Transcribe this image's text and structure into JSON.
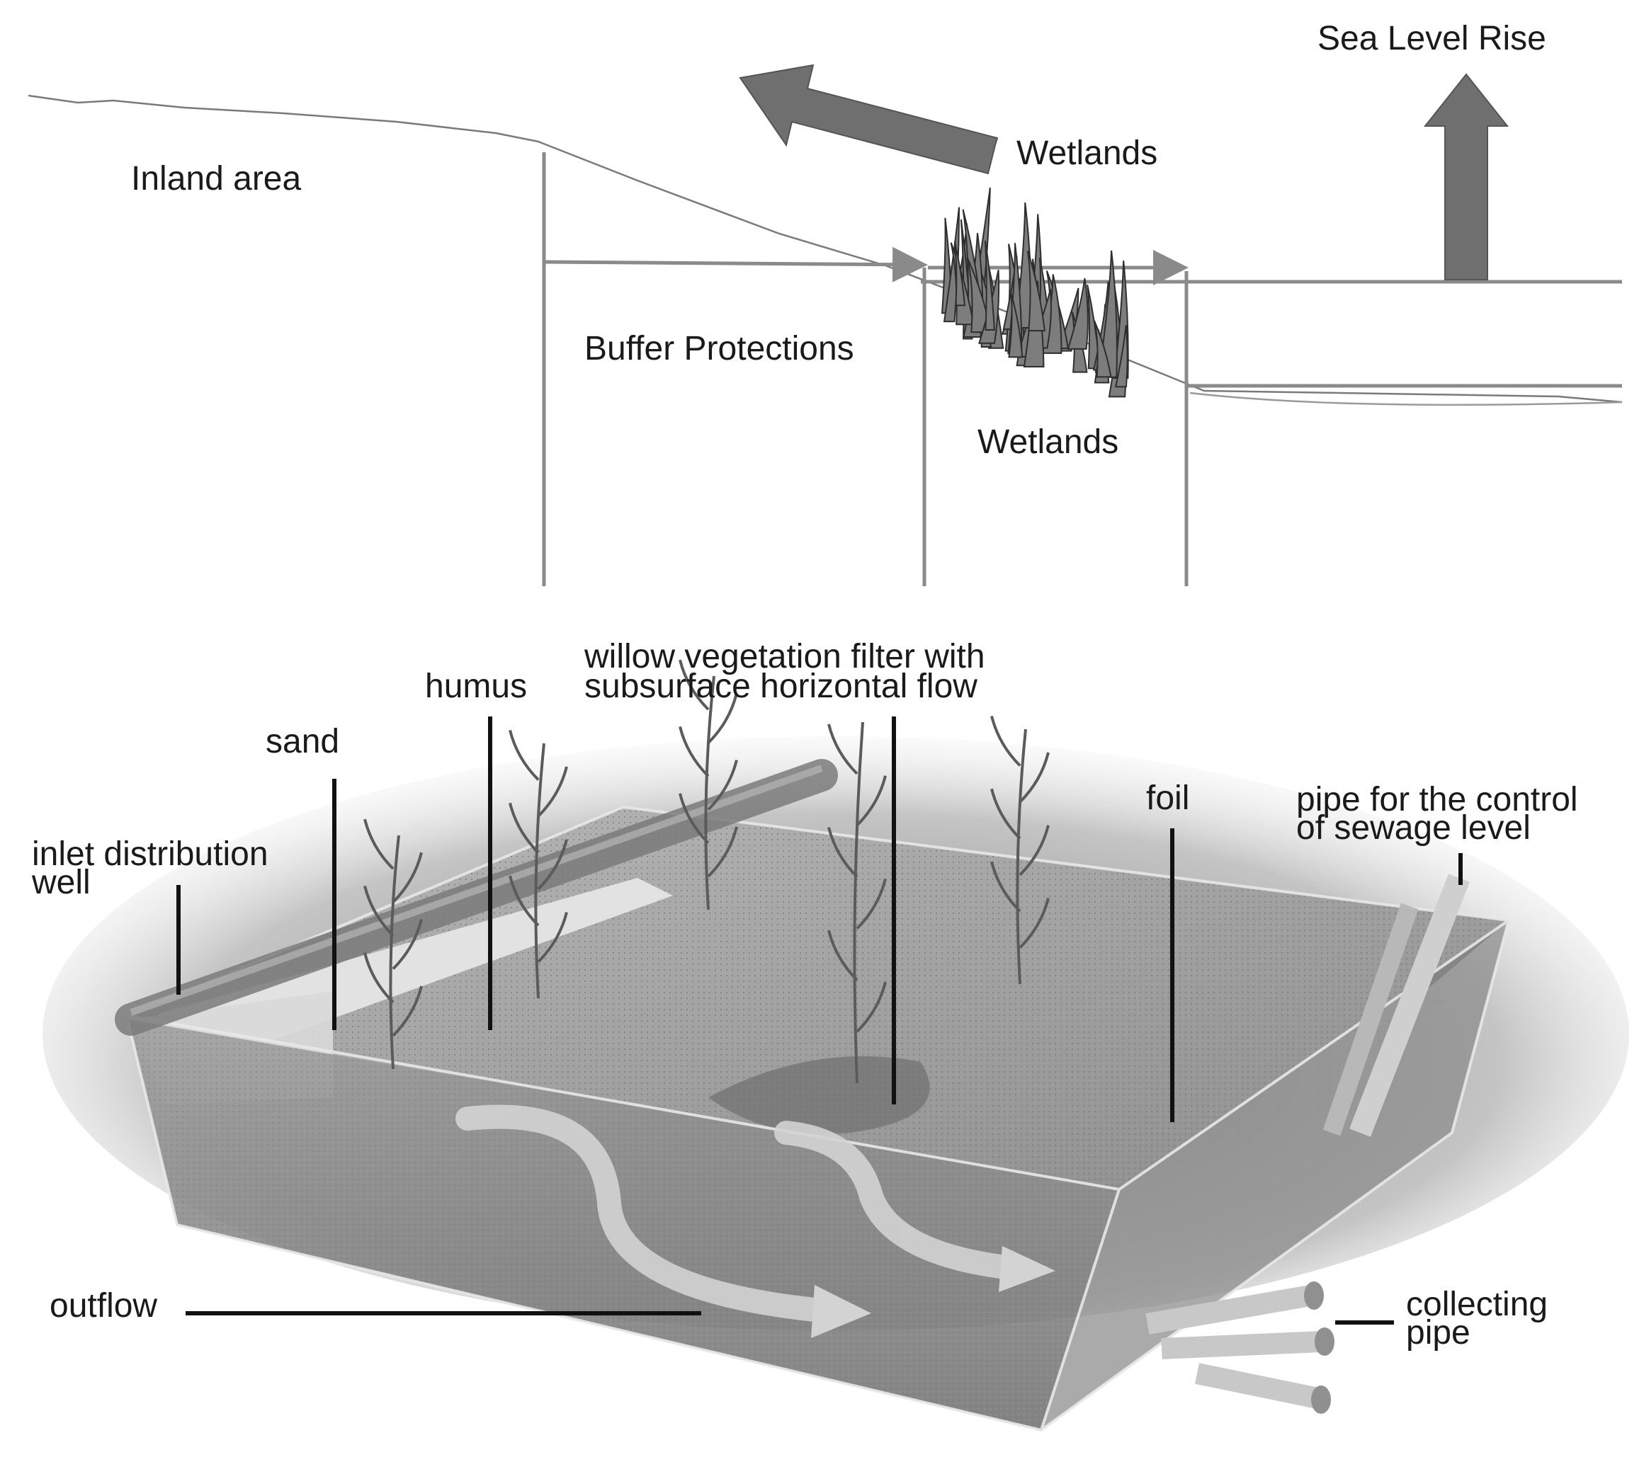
{
  "top_diagram": {
    "labels": {
      "inland_area": "Inland area",
      "sea_level_rise": "Sea Level Rise",
      "wetlands_upper": "Wetlands",
      "buffer_protections": "Buffer Protections",
      "wetlands_lower": "Wetlands"
    }
  },
  "bottom_diagram": {
    "labels": {
      "humus": "humus",
      "willow_line1": "willow vegetation filter with",
      "willow_line2": "subsurface horizontal flow",
      "sand": "sand",
      "foil": "foil",
      "pipe_control_line1": "pipe for the control",
      "pipe_control_line2": "of sewage level",
      "inlet_line1": "inlet distribution",
      "inlet_line2": "well",
      "outflow": "outflow",
      "collecting_line1": "collecting",
      "collecting_line2": "pipe"
    }
  },
  "colors": {
    "line": "#8a8a8a",
    "arrow": "#6f6f6f",
    "reeds": "#3a3a3a",
    "leader": "#111111"
  }
}
